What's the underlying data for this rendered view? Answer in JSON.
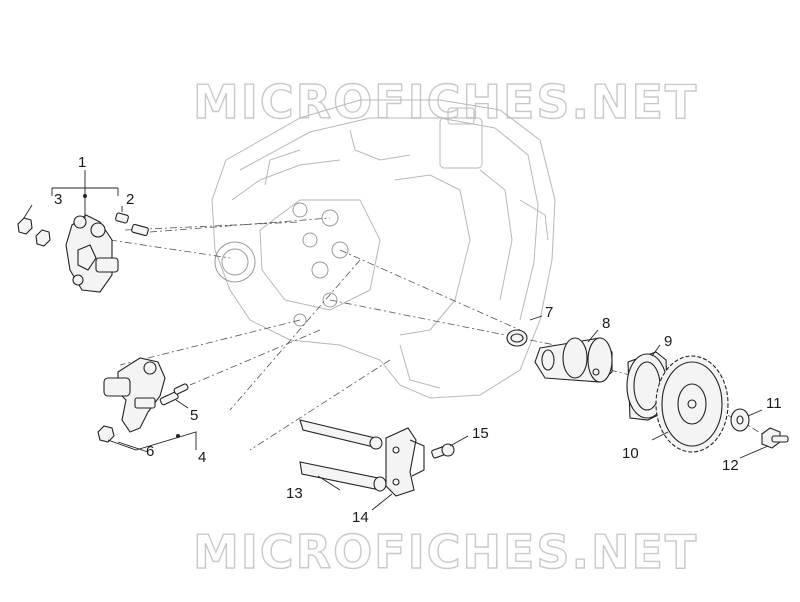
{
  "watermark": {
    "top": "MICROFICHES.NET",
    "bottom": "MICROFICHES.NET"
  },
  "callouts": [
    "1",
    "2",
    "3",
    "4",
    "5",
    "6",
    "7",
    "8",
    "9",
    "10",
    "11",
    "12",
    "13",
    "14",
    "15"
  ]
}
